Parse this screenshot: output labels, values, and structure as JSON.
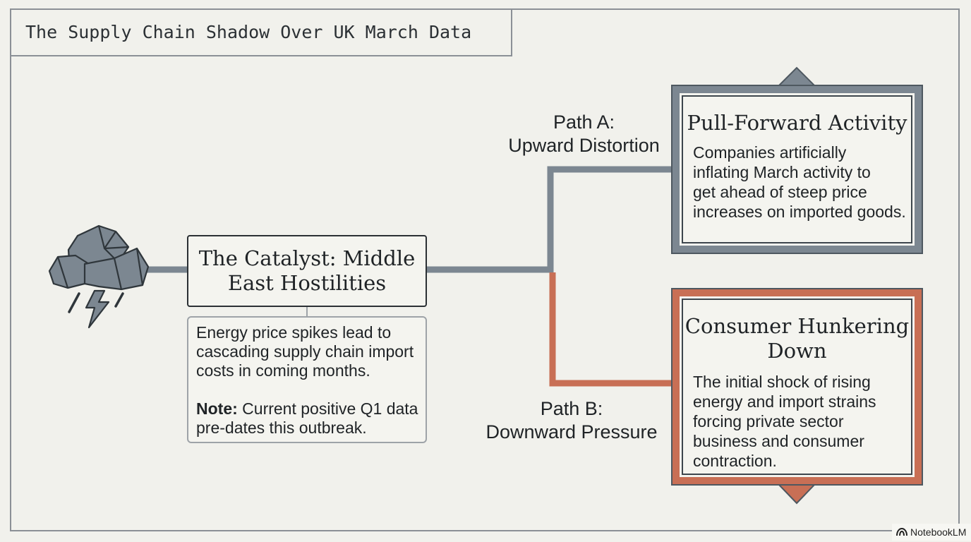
{
  "title": "The Supply Chain Shadow Over UK March Data",
  "catalyst": {
    "title": "The Catalyst: Middle East Hostilities",
    "detail": "Energy price spikes lead to cascading supply chain import costs in coming months.",
    "note_label": "Note:",
    "note_text": " Current positive Q1 data pre-dates this outbreak."
  },
  "path_a": {
    "label_line1": "Path A:",
    "label_line2": "Upward Distortion",
    "box_title": "Pull-Forward Activity",
    "box_body": [
      "Companies artificially",
      "inflating March activity to",
      "get ahead of steep price",
      "increases on imported goods."
    ]
  },
  "path_b": {
    "label_line1": "Path B:",
    "label_line2": "Downward Pressure",
    "box_title": "Consumer Hunkering Down",
    "box_body": [
      "The initial shock of rising",
      "energy and import strains",
      "forcing private sector",
      "business and consumer",
      "contraction."
    ]
  },
  "brand": "NotebookLM",
  "icons": [
    "storm-cloud-icon",
    "up-arrow-icon",
    "down-arrow-icon",
    "notebooklm-logo-icon"
  ],
  "colors": {
    "path_a": "#7c8791",
    "path_b": "#c86f55",
    "stroke_dark": "#2b3034",
    "background": "#f1f1ec"
  }
}
